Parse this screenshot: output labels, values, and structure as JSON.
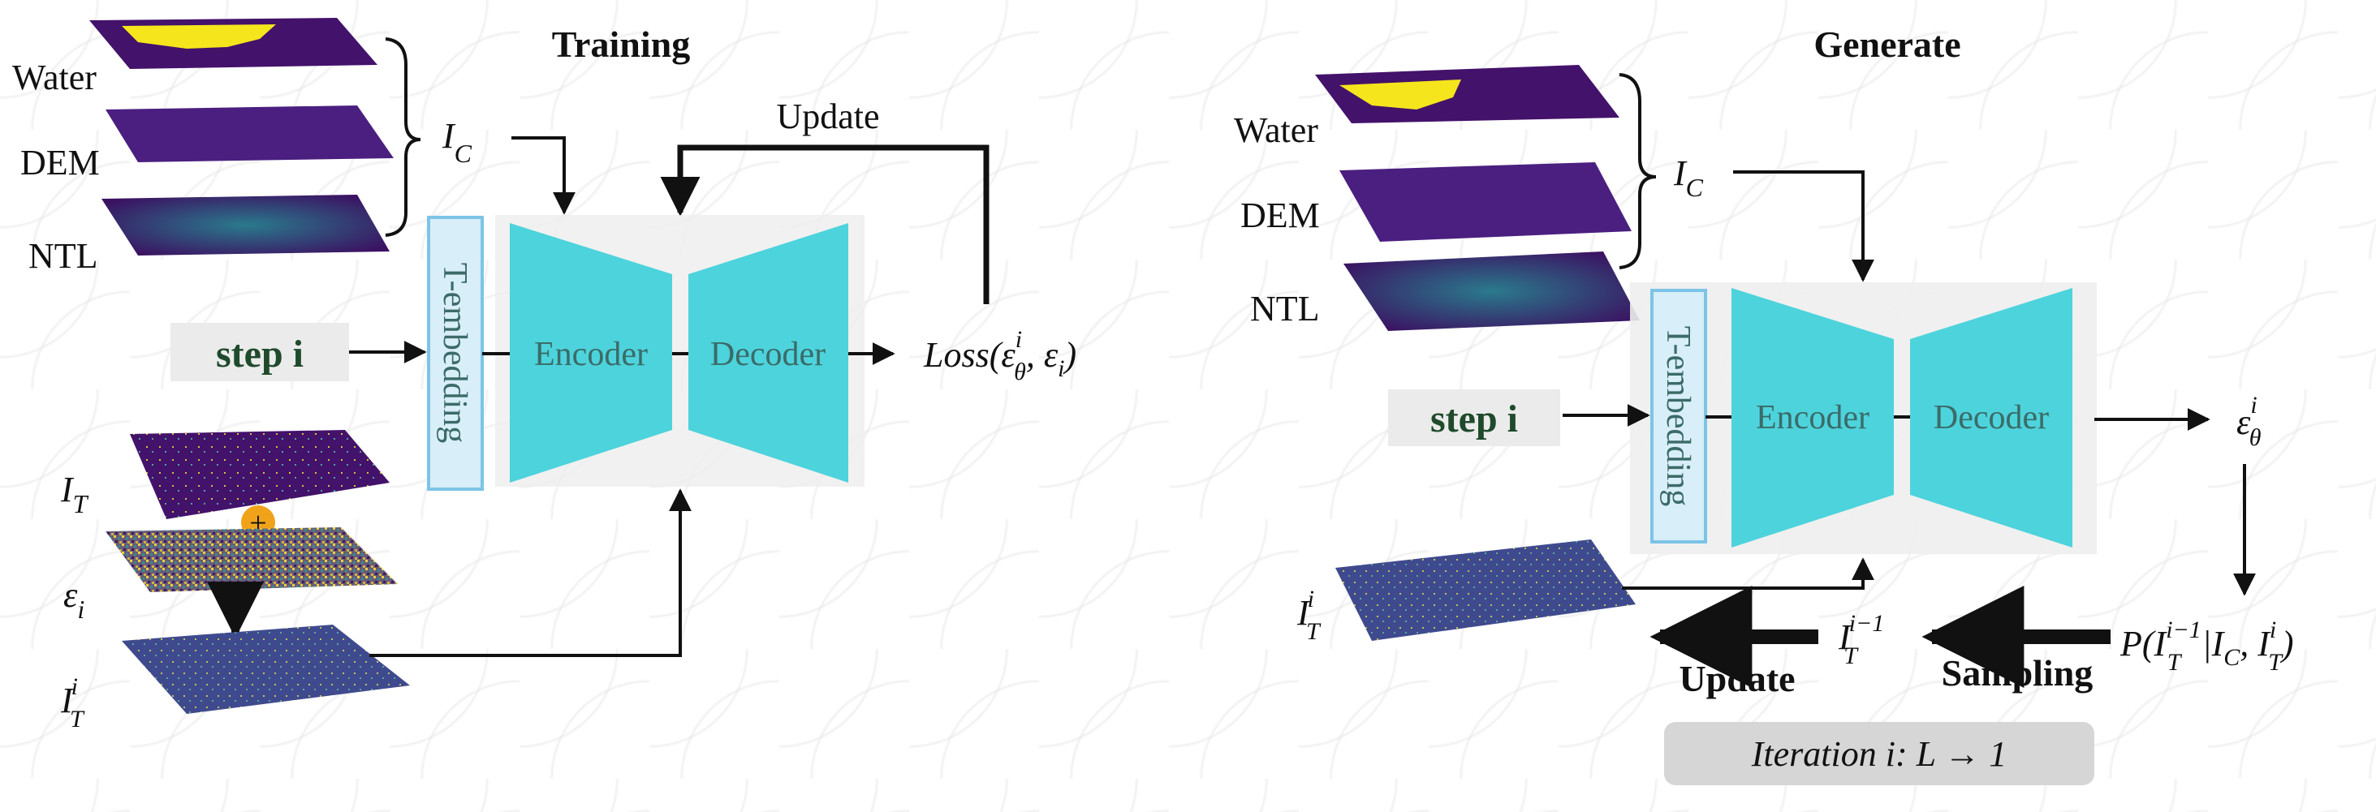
{
  "training": {
    "title": "Training",
    "update_label": "Update",
    "maps": {
      "water": "Water",
      "dem": "DEM",
      "ntl": "NTL"
    },
    "condition": {
      "base": "I",
      "sub": "C"
    },
    "step_label": "step i",
    "t_embedding": "T-embedding",
    "encoder": "Encoder",
    "decoder": "Decoder",
    "loss": {
      "prefix": "Loss(",
      "eps": "ε",
      "sup": "i",
      "sub": "θ",
      "mid": ", ε",
      "sub2": "i",
      "suffix": ")"
    },
    "inputs": {
      "target": {
        "base": "I",
        "sub": "T"
      },
      "noise": {
        "base": "ε",
        "sub": "i"
      },
      "noisy": {
        "base": "I",
        "sub": "T",
        "sup": "i"
      }
    },
    "plus_symbol": "+"
  },
  "generate": {
    "title": "Generate",
    "maps": {
      "water": "Water",
      "dem": "DEM",
      "ntl": "NTL"
    },
    "condition": {
      "base": "I",
      "sub": "C"
    },
    "step_label": "step i",
    "t_embedding": "T-embedding",
    "encoder": "Encoder",
    "decoder": "Decoder",
    "output": {
      "base": "ε",
      "sub": "θ",
      "sup": "i"
    },
    "noisy": {
      "base": "I",
      "sub": "T",
      "sup": "i"
    },
    "prev": {
      "base": "I",
      "sub": "T",
      "sup": "i−1"
    },
    "prob": {
      "text": "P(I",
      "sup1": "i−1",
      "sub1": "T",
      "mid": "|I",
      "sub2": "C",
      "mid2": ", I",
      "sup3": "i",
      "sub3": "T",
      "suffix": ")"
    },
    "update_label": "Update",
    "sampling_label": "Sampling",
    "iteration": "Iteration  i: L → 1"
  },
  "colors": {
    "network": "#4dd3dc",
    "t_embed_fill": "#d8eef8",
    "t_embed_stroke": "#7cc4e6",
    "step_box": "#ebebeb",
    "net_panel": "#eeeeee",
    "map_dark": "#43126b",
    "water_yellow": "#f5e51c",
    "noise_orange": "#f0a31a",
    "noisy_map": "#3d4c8f"
  }
}
